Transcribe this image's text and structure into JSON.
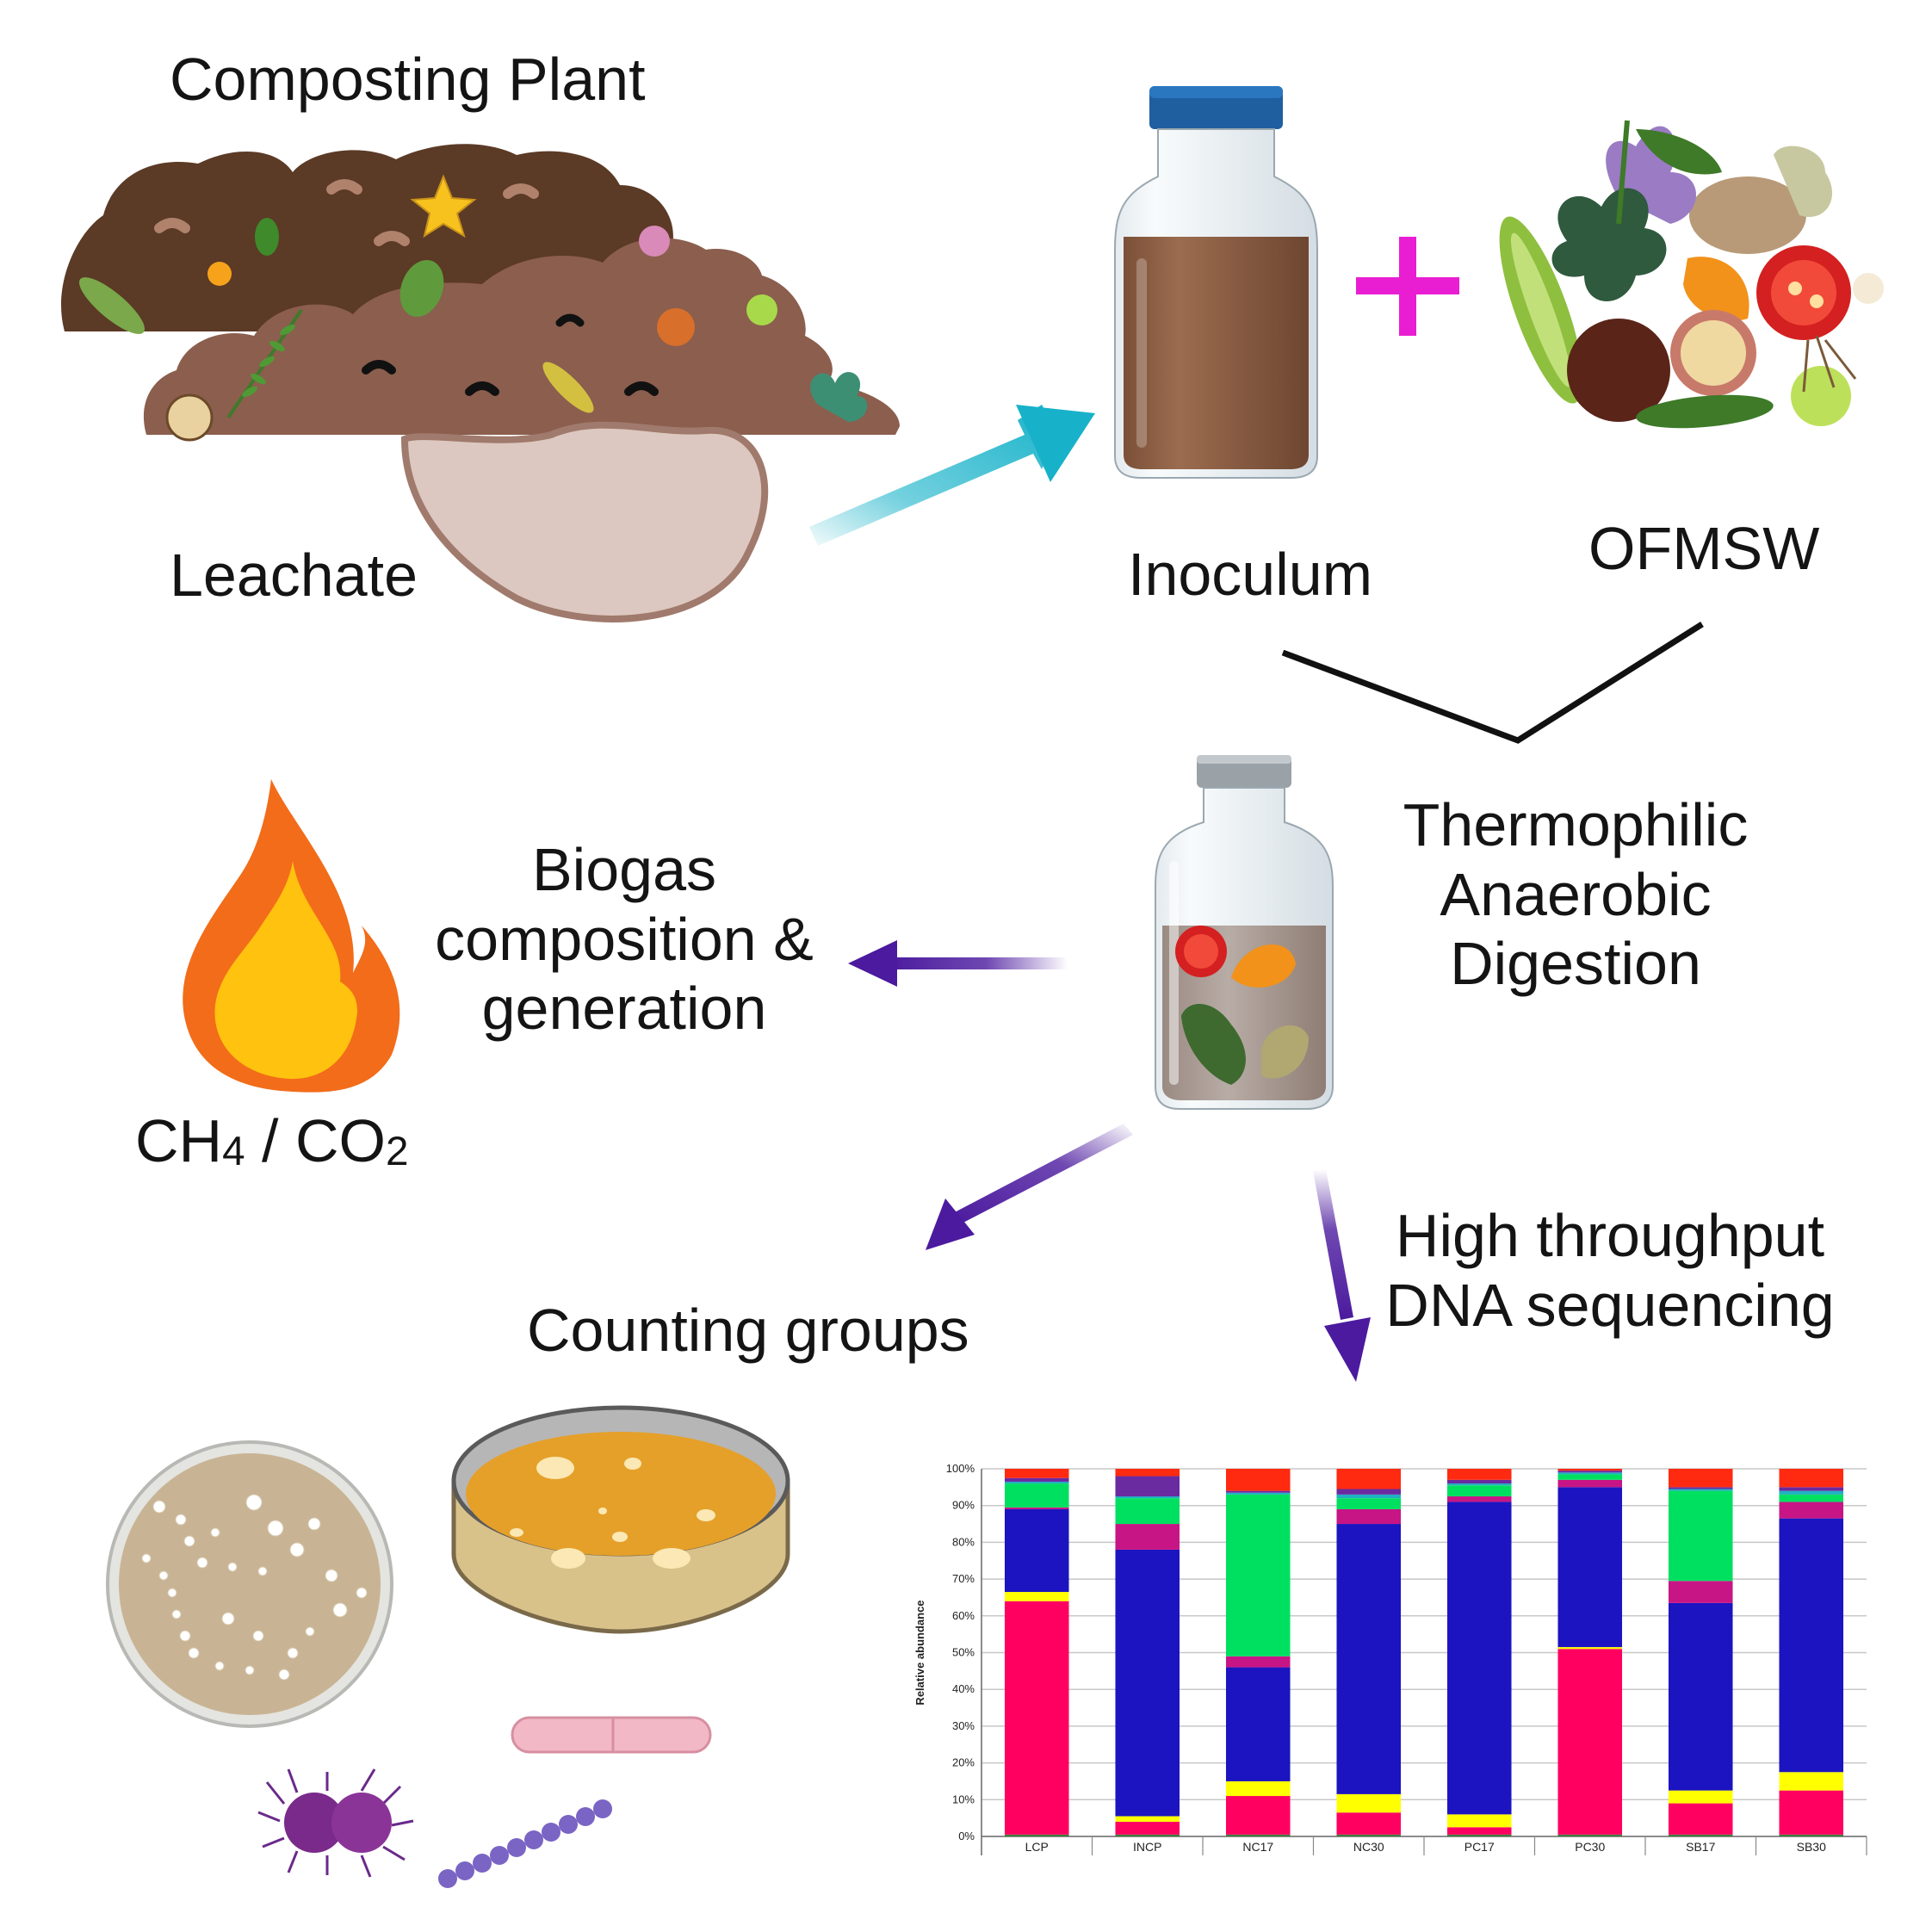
{
  "labels": {
    "composting_plant": "Composting Plant",
    "leachate": "Leachate",
    "inoculum": "Inoculum",
    "ofmsw": "OFMSW",
    "plus": "+",
    "thermophilic_line1": "Thermophilic",
    "thermophilic_line2": "Anaerobic",
    "thermophilic_line3": "Digestion",
    "biogas_line1": "Biogas",
    "biogas_line2": "composition &",
    "biogas_line3": "generation",
    "ch4_main": "CH",
    "ch4_sub": "4",
    "slash": " / ",
    "co2_main": "CO",
    "co2_sub": "2",
    "counting_groups": "Counting groups",
    "dna_line1": "High throughput",
    "dna_line2": "DNA sequencing"
  },
  "colors": {
    "soil_dark": "#5b3a26",
    "soil_light": "#8b5e4e",
    "leachate_fill": "#dcc8c0",
    "leachate_stroke": "#a07a6c",
    "cyan_arrow": "#17b2c9",
    "purple_arrow": "#4b1a9e",
    "plus_magenta": "#e91ed2",
    "bottle_liquid": "#8a5e44",
    "bottle_cap": "#1f5fa0",
    "flame_outer": "#f26c1a",
    "flame_inner": "#ffc20e",
    "petri_beige": "#c8b494",
    "petri_orange": "#e5a02a"
  },
  "chart_data": {
    "type": "bar",
    "stacked": true,
    "ylabel": "Relative abundance",
    "ylim": [
      0,
      100
    ],
    "yticks": [
      "0%",
      "10%",
      "20%",
      "30%",
      "40%",
      "50%",
      "60%",
      "70%",
      "80%",
      "90%",
      "100%"
    ],
    "grid": true,
    "categories": [
      "LCP",
      "INCP",
      "NC17",
      "NC30",
      "PC17",
      "PC30",
      "SB17",
      "SB30"
    ],
    "series": [
      {
        "color": "#3d7c3d",
        "values": [
          0.5,
          0.5,
          0.5,
          0.5,
          0.5,
          0.5,
          0.5,
          0.5
        ]
      },
      {
        "color": "#ff0060",
        "values": [
          63.5,
          3.5,
          10.5,
          6,
          2,
          50.5,
          8.5,
          12
        ]
      },
      {
        "color": "#ffff00",
        "values": [
          2.5,
          1.5,
          4,
          5,
          3.5,
          0.5,
          3.5,
          5
        ]
      },
      {
        "color": "#1c14c0",
        "values": [
          22.5,
          72.5,
          31,
          73.5,
          85,
          43.5,
          51,
          69
        ]
      },
      {
        "color": "#c71585",
        "values": [
          0.5,
          7,
          3,
          4,
          1.5,
          2,
          6,
          4.5
        ]
      },
      {
        "color": "#00e060",
        "values": [
          6.5,
          7,
          44,
          3,
          3,
          1.5,
          24.5,
          2
        ]
      },
      {
        "color": "#20b0c0",
        "values": [
          0.5,
          0.5,
          0.5,
          1,
          0.5,
          0.5,
          0.5,
          1
        ]
      },
      {
        "color": "#6a2aa0",
        "values": [
          1,
          5.5,
          0.5,
          1.5,
          1,
          0.5,
          0.5,
          1
        ]
      },
      {
        "color": "#ff2a10",
        "values": [
          2.5,
          2,
          6,
          5.5,
          3,
          0.5,
          5,
          5
        ]
      }
    ]
  }
}
